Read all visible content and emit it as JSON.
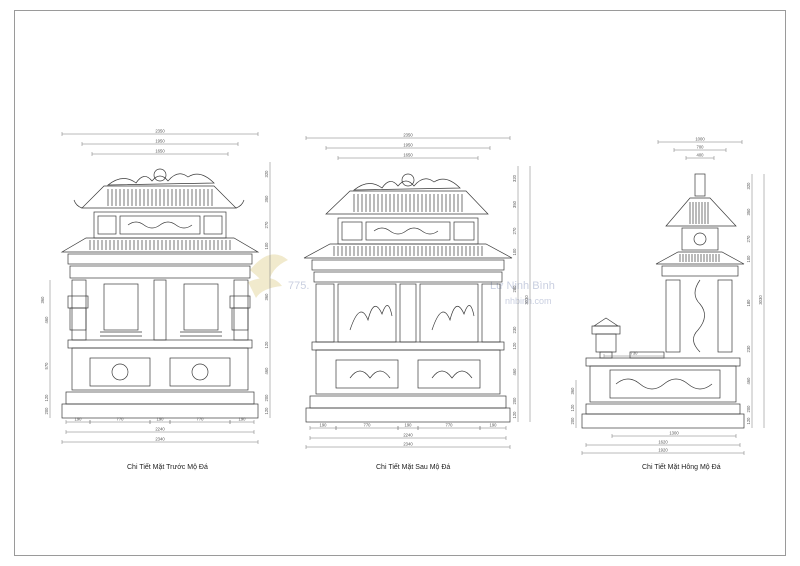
{
  "drawings": [
    {
      "caption": "Chi Tiết Mặt Trước Mộ Đá",
      "dims_top": [
        "2350",
        "1950",
        "1650"
      ],
      "dims_bottom": [
        "190",
        "770",
        "190",
        "770",
        "190",
        "2240",
        "2340"
      ],
      "dims_left": [
        "460",
        "360",
        "570",
        "120",
        "200"
      ],
      "dims_right": [
        "320",
        "350",
        "270",
        "100",
        "360",
        "120",
        "460",
        "200",
        "120"
      ]
    },
    {
      "caption": "Chi Tiết Mặt Sau Mộ Đá",
      "dims_top": [
        "2350",
        "1950",
        "1650"
      ],
      "dims_bottom": [
        "190",
        "770",
        "190",
        "770",
        "190",
        "2240",
        "2340"
      ],
      "dims_right": [
        "320",
        "350",
        "270",
        "100",
        "280",
        "230",
        "120",
        "460",
        "200",
        "120"
      ],
      "dim_total": "3030"
    },
    {
      "caption": "Chi Tiết Mặt Hông Mộ Đá",
      "dims_top": [
        "1000",
        "700",
        "400"
      ],
      "dims_bottom": [
        "730",
        "1300",
        "1620",
        "1920"
      ],
      "dims_left": [
        "360",
        "120",
        "200"
      ],
      "dims_right": [
        "320",
        "350",
        "270",
        "100",
        "180",
        "230",
        "460",
        "200",
        "120"
      ],
      "dim_total": "3030"
    }
  ],
  "watermark": {
    "phone": "775.",
    "shop": "Lư Ninh Bình",
    "site": "nhbinh.com"
  },
  "colors": {
    "line": "#3a3a3a",
    "dim": "#777777",
    "frame": "#9a9a9a",
    "watermark": "#c9cfe0",
    "watermark_logo": "#e6d9a6"
  }
}
